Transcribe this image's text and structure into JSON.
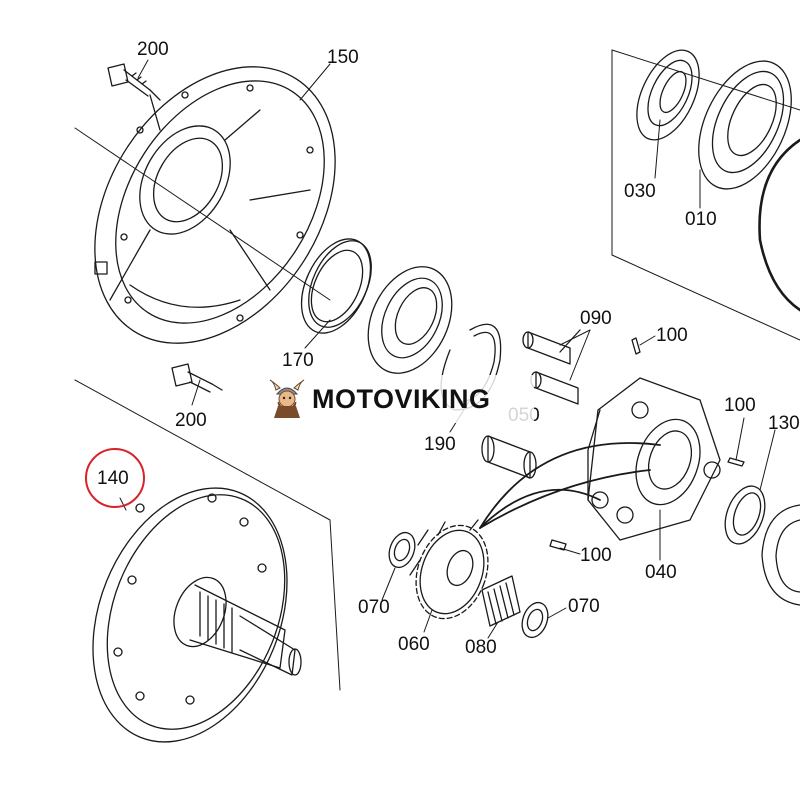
{
  "brand": {
    "name": "MOTOVIKING",
    "logo_icon": "viking-mascot-icon"
  },
  "highlight_color": "#d9222a",
  "callouts": [
    {
      "key": "p200a",
      "text": "200"
    },
    {
      "key": "p150",
      "text": "150"
    },
    {
      "key": "p030",
      "text": "030"
    },
    {
      "key": "p010",
      "text": "010"
    },
    {
      "key": "p170",
      "text": "170"
    },
    {
      "key": "p200b",
      "text": "200"
    },
    {
      "key": "p090",
      "text": "090"
    },
    {
      "key": "p100a",
      "text": "100"
    },
    {
      "key": "p100b",
      "text": "100"
    },
    {
      "key": "p130",
      "text": "130"
    },
    {
      "key": "p190",
      "text": "190"
    },
    {
      "key": "p050",
      "text": "050"
    },
    {
      "key": "p140",
      "text": "140"
    },
    {
      "key": "p070a",
      "text": "070"
    },
    {
      "key": "p100c",
      "text": "100"
    },
    {
      "key": "p040",
      "text": "040"
    },
    {
      "key": "p070b",
      "text": "070"
    },
    {
      "key": "p060",
      "text": "060"
    },
    {
      "key": "p080",
      "text": "080"
    }
  ],
  "highlighted_part": "140"
}
